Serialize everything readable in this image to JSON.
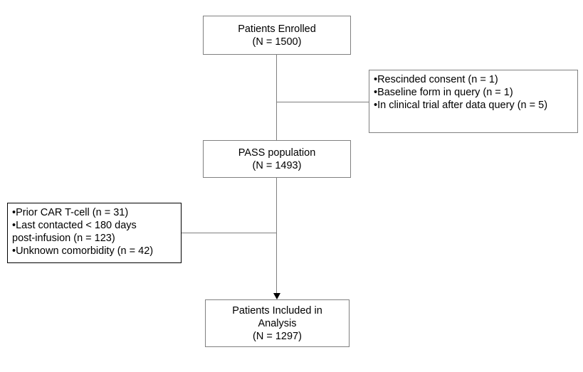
{
  "enrolled": {
    "title": "Patients Enrolled",
    "count": "(N = 1500)"
  },
  "exclusion_1": [
    "•Rescinded consent (n = 1)",
    "•Baseline form in query (n = 1)",
    "•In clinical trial after data query (n = 5)"
  ],
  "pass": {
    "title": "PASS population",
    "count": "(N = 1493)"
  },
  "exclusion_2": [
    "•Prior CAR T-cell (n = 31)",
    "•Last contacted < 180 days",
    "post-infusion (n = 123)",
    "•Unknown comorbidity (n = 42)"
  ],
  "included": {
    "title_line1": "Patients Included in",
    "title_line2": "Analysis",
    "count": "(N = 1297)"
  }
}
